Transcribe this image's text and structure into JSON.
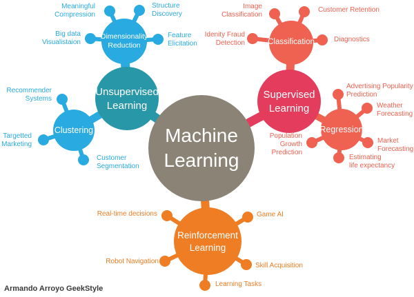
{
  "colors": {
    "light_blue": "#29ABE2",
    "teal": "#2898A8",
    "crimson": "#E43C5C",
    "salmon": "#EF6150",
    "orange": "#EE7D23",
    "taupe": "#8B8376",
    "background": "#FFFFFF",
    "attribution_text": "#3A3A3A"
  },
  "center": {
    "label": "Machine\nLearning"
  },
  "nodes": {
    "unsupervised": {
      "label": "Unsupervised\nLearning"
    },
    "supervised": {
      "label": "Supervised\nLearning"
    },
    "reinforcement": {
      "label": "Reinforcement\nLearning"
    },
    "clustering": {
      "label": "Clustering"
    },
    "dimensionality_reduction": {
      "label": "Dimensionality\nReduction"
    },
    "classification": {
      "label": "Classification"
    },
    "regression": {
      "label": "Regression"
    }
  },
  "satellites": {
    "meaningful_compression": {
      "label": "Meaningful\nCompression"
    },
    "structure_discovery": {
      "label": "Structure\nDiscovery"
    },
    "big_data_visualistaion": {
      "label": "Big data\nVisualistaion"
    },
    "feature_elicitation": {
      "label": "Feature\nElicitation"
    },
    "recommender_systems": {
      "label": "Recommender\nSystems"
    },
    "targetted_marketing": {
      "label": "Targetted\nMarketing"
    },
    "customer_segmentation": {
      "label": "Customer\nSegmentation"
    },
    "image_classification": {
      "label": "Image\nClassification"
    },
    "customer_retention": {
      "label": "Customer Retention"
    },
    "idenity_fraud_detection": {
      "label": "Idenity Fraud\nDetection"
    },
    "diagnostics": {
      "label": "Diagnostics"
    },
    "advertising_popularity": {
      "label": "Advertising Popularity\nPrediction"
    },
    "weather_forecasting": {
      "label": "Weather\nForecasting"
    },
    "market_forecasting": {
      "label": "Market\nForecasting"
    },
    "estimating_life_expectancy": {
      "label": "Estimating\nlife expectancy"
    },
    "population_growth": {
      "label": "Population\nGrowth\nPrediction"
    },
    "real_time_decisions": {
      "label": "Real-time decisions"
    },
    "game_ai": {
      "label": "Game AI"
    },
    "robot_navigation": {
      "label": "Robot Navigation"
    },
    "skill_acquisition": {
      "label": "Skill Acquisition"
    },
    "learning_tasks": {
      "label": "Learning Tasks"
    }
  },
  "attribution": "Armando Arroyo GeekStyle"
}
